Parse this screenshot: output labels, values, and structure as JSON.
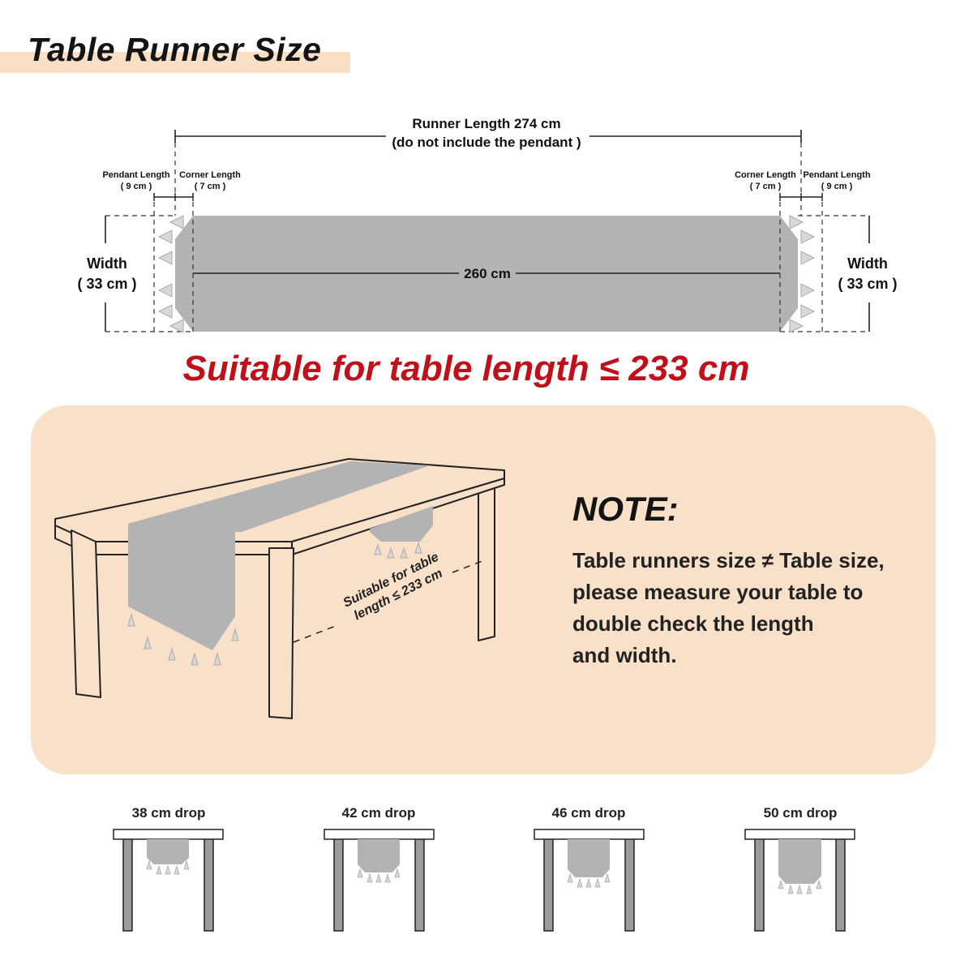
{
  "title": "Table Runner Size",
  "runner_length_line1": "Runner Length 274 cm",
  "runner_length_line2": "(do not include the pendant )",
  "left_pendant_label": "Pendant Length",
  "left_pendant_value": "( 9 cm )",
  "left_corner_label": "Corner Length",
  "left_corner_value": "( 7 cm )",
  "right_corner_label": "Corner Length",
  "right_corner_value": "( 7 cm )",
  "right_pendant_label": "Pendant Length",
  "right_pendant_value": "( 9 cm )",
  "width_label": "Width",
  "width_value": "( 33 cm )",
  "body_length": "260 cm",
  "suitable_text": "Suitable for table length ≤ 233 cm",
  "table_caption_line1": "Suitable for table",
  "table_caption_line2": "length ≤ 233 cm",
  "note_title": "NOTE:",
  "note_lines": [
    "Table runners size ≠ Table size,",
    "please measure your table to",
    "double check the length",
    "and width."
  ],
  "drops": [
    "38 cm drop",
    "42 cm drop",
    "46 cm drop",
    "50 cm drop"
  ],
  "colors": {
    "accent_red": "#c0101a",
    "panel": "#f9e0c8",
    "runner_gray": "#b3b3b3"
  }
}
